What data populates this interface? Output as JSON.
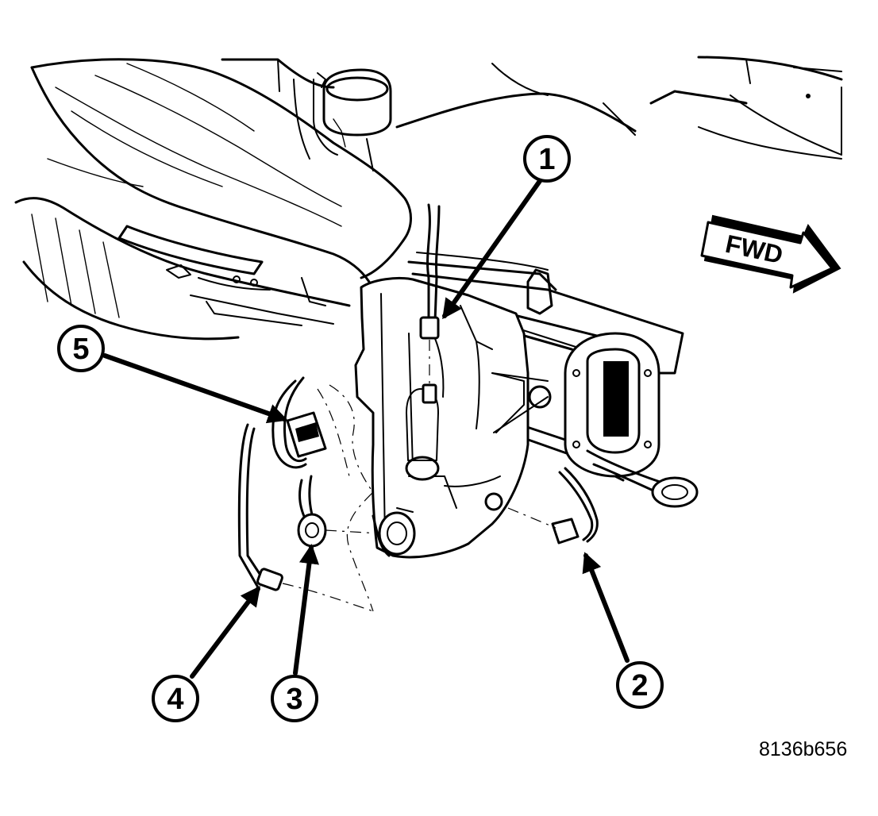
{
  "direction_label": "FWD",
  "figure_id": "8136b656",
  "callouts": [
    {
      "label": "1"
    },
    {
      "label": "2"
    },
    {
      "label": "3"
    },
    {
      "label": "4"
    },
    {
      "label": "5"
    }
  ]
}
